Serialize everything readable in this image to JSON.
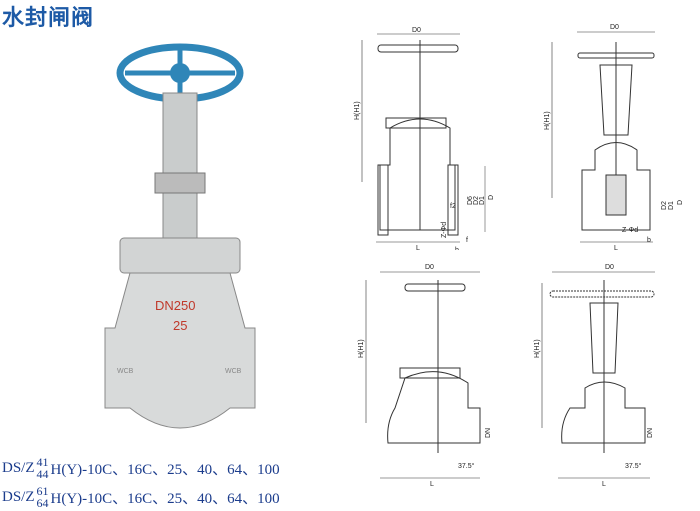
{
  "title": "水封闸阀",
  "photo": {
    "marking_line1": "DN250",
    "marking_line2": "25",
    "body_mark_left": "WCB",
    "body_mark_right": "WCB"
  },
  "models": [
    {
      "prefix": "DS/Z",
      "sup": "41",
      "sub": "44",
      "suffix": "H(Y)-10C、16C、25、40、64、100"
    },
    {
      "prefix": "DS/Z",
      "sup": "61",
      "sub": "64",
      "suffix": "H(Y)-10C、16C、25、40、64、100"
    }
  ],
  "drawing_labels": {
    "d0": "D0",
    "h": "H(H1)",
    "d6": "D6",
    "d2": "D2",
    "d1": "D1",
    "d": "D",
    "f2": "f2",
    "zd": "Z-Φd",
    "f": "f",
    "b": "b",
    "l": "L",
    "dn": "DN",
    "angle": "37.5°"
  }
}
